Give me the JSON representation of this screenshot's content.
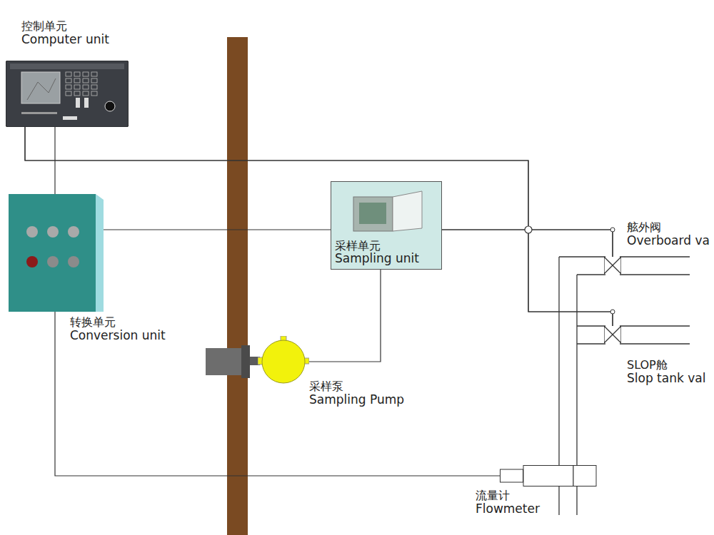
{
  "diagram": {
    "nodes": [
      {
        "text": [
          "控制单元",
          "Computer unit"
        ]
      },
      {
        "text": [
          "转换单元",
          "Conversion unit"
        ]
      },
      {
        "text": [
          "采样单元",
          "Sampling unit"
        ]
      },
      {
        "text": [
          "采样泵",
          "Sampling Pump"
        ]
      },
      {
        "text": [
          "舷外阀",
          "Overboard va"
        ]
      },
      {
        "text": [
          "SLOP舱",
          "Slop tank val"
        ]
      },
      {
        "text": [
          "流量计",
          "Flowmeter"
        ]
      }
    ],
    "edges": [
      {
        "from": 0,
        "to": 1,
        "arrow": "none"
      },
      {
        "from": 1,
        "to": 2,
        "arrow": "none"
      },
      {
        "from": 2,
        "to": 3,
        "arrow": "none"
      },
      {
        "from": 0,
        "to": 4,
        "arrow": "none"
      },
      {
        "from": 0,
        "to": 5,
        "arrow": "none"
      },
      {
        "from": 2,
        "to": 4,
        "arrow": "none"
      },
      {
        "from": 2,
        "to": 5,
        "arrow": "none"
      },
      {
        "from": 1,
        "to": 6,
        "arrow": "none"
      }
    ]
  }
}
